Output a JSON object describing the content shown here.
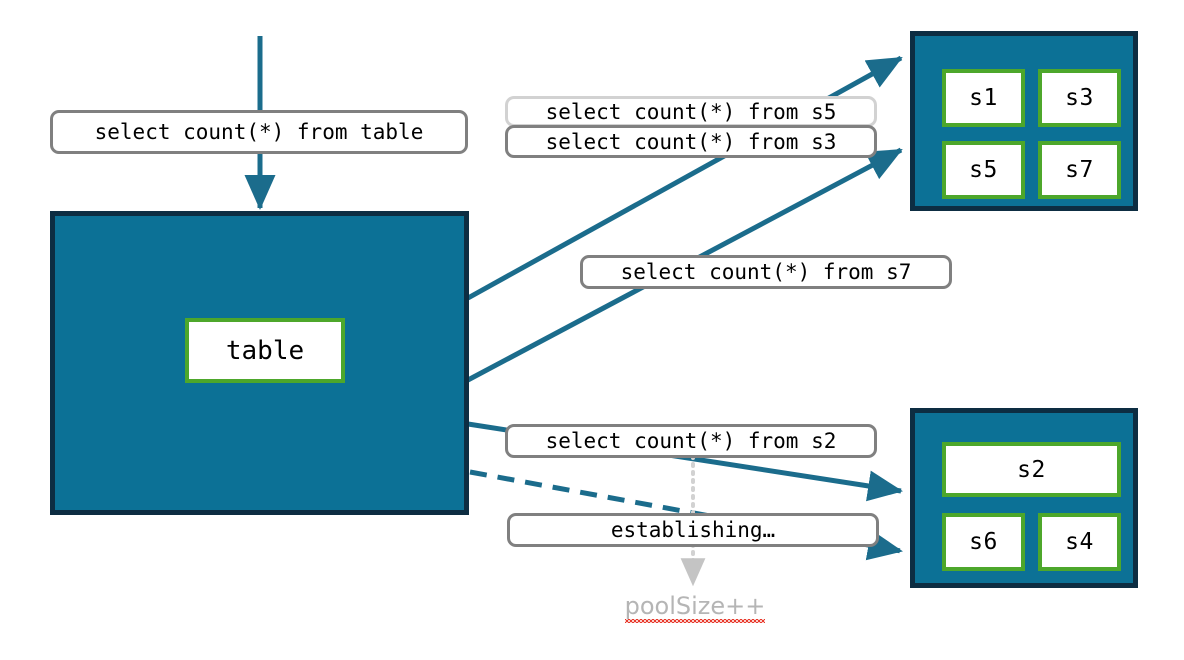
{
  "diagram": {
    "title": "connection pool query routing",
    "colors": {
      "pool_fill": "#0c7196",
      "pool_border": "#0d2d42",
      "node_border": "#4da72b",
      "edge": "#1b6c8c",
      "label_border": "#808080",
      "label_border_light": "#d2d2d2",
      "annotation_text": "#b5b5b5",
      "spellcheck_underline": "#e8392c"
    }
  },
  "source": {
    "query_label": "select count(*) from table",
    "node_label": "table"
  },
  "labels": [
    {
      "id": "s5",
      "text": "select count(*) from s5",
      "style": "light"
    },
    {
      "id": "s3",
      "text": "select count(*) from s3",
      "style": "normal"
    },
    {
      "id": "s7",
      "text": "select count(*) from s7",
      "style": "normal"
    },
    {
      "id": "s2",
      "text": "select count(*) from s2",
      "style": "normal"
    },
    {
      "id": "establishing",
      "text": "establishing…",
      "style": "normal"
    }
  ],
  "pools": [
    {
      "id": "pool-top",
      "nodes": [
        {
          "label": "s1"
        },
        {
          "label": "s3"
        },
        {
          "label": "s5"
        },
        {
          "label": "s7"
        }
      ]
    },
    {
      "id": "pool-bottom",
      "nodes": [
        {
          "label": "s2"
        },
        {
          "label": "s6"
        },
        {
          "label": "s4"
        }
      ]
    }
  ],
  "annotation": {
    "text": "poolSize++"
  }
}
